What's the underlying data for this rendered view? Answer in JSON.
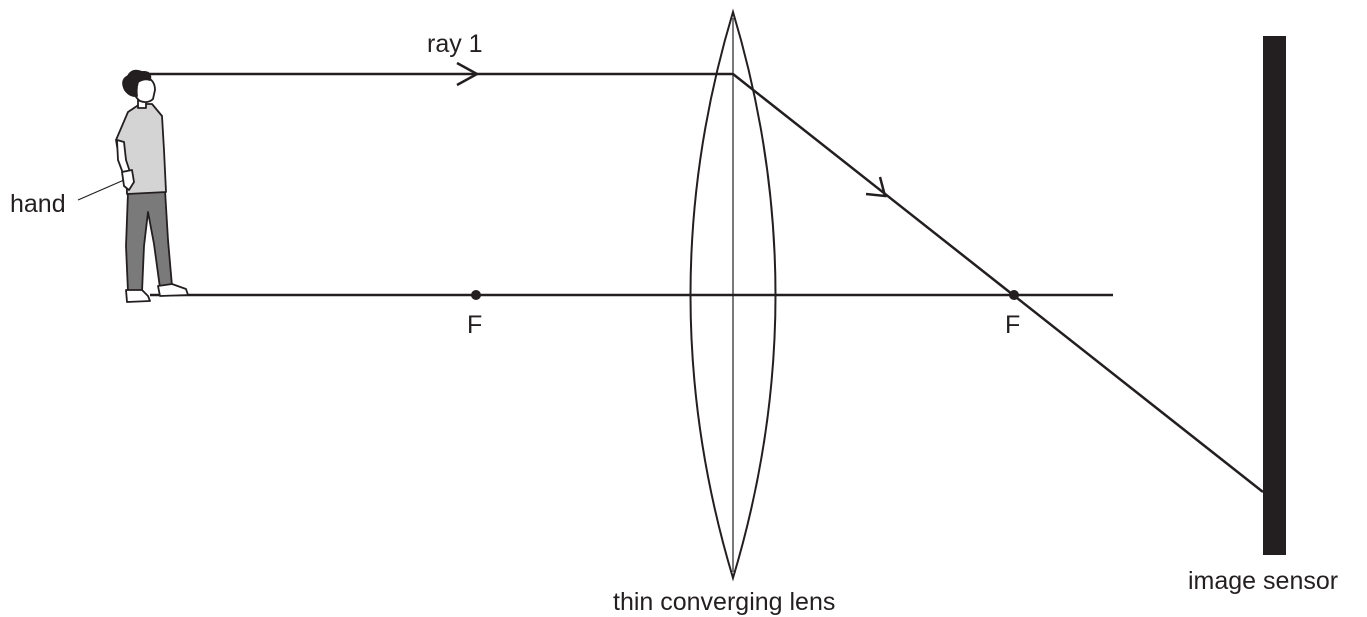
{
  "labels": {
    "ray": "ray 1",
    "hand": "hand",
    "focal_left": "F",
    "focal_right": "F",
    "lens": "thin converging lens",
    "sensor": "image sensor"
  },
  "colors": {
    "ink": "#231f20",
    "shirt": "#d4d4d4",
    "trousers": "#7a7a7a",
    "sensor": "#231f20"
  }
}
